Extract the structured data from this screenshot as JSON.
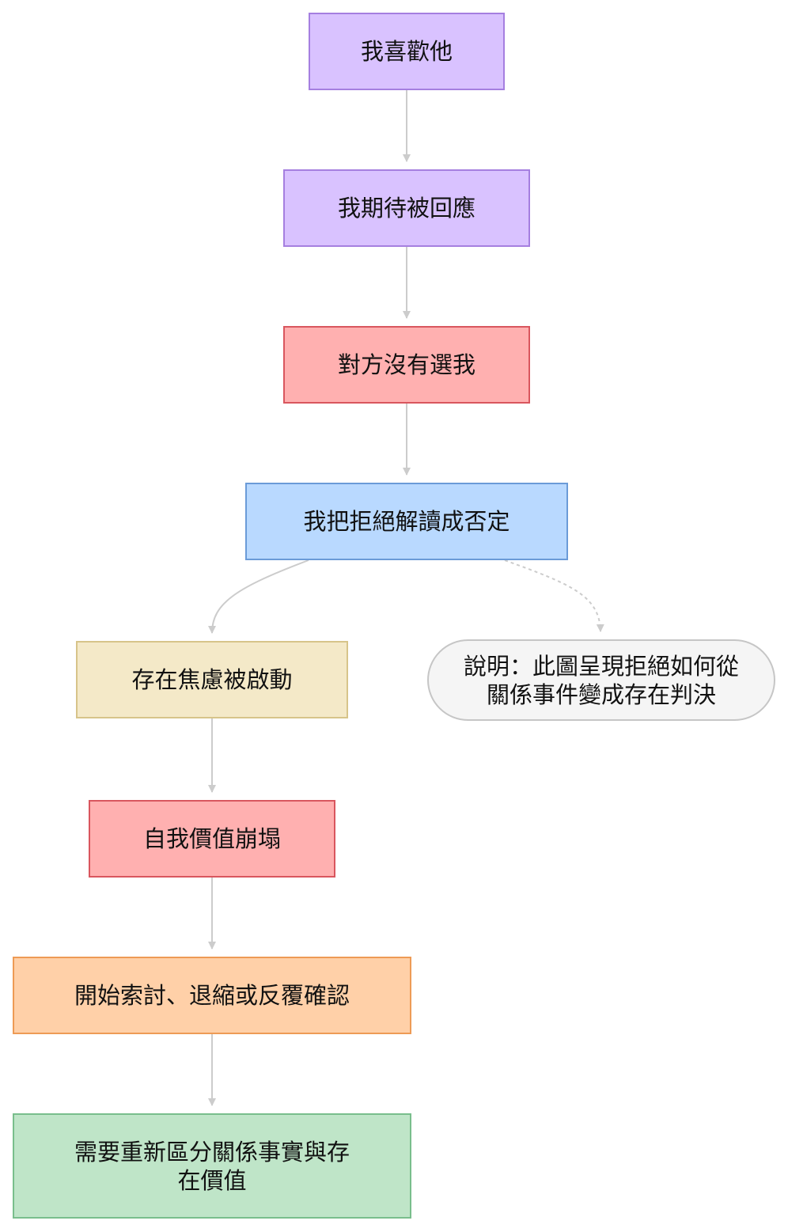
{
  "colors": {
    "purple_fill": "#d9c2ff",
    "purple_border": "#a57fe0",
    "red_fill": "#ffb0b0",
    "red_border": "#d9565e",
    "blue_fill": "#b9d9ff",
    "blue_border": "#6b9bd8",
    "yellow_fill": "#f4e9c8",
    "yellow_border": "#d7c48a",
    "orange_fill": "#ffd0a8",
    "orange_border": "#ee9b55",
    "green_fill": "#bfe5c8",
    "green_border": "#79be8c",
    "note_fill": "#f5f5f5",
    "note_border": "#c6c6c6",
    "edge": "#cccccc"
  },
  "nodes": [
    {
      "id": "n1",
      "name": "node-i-like-him",
      "label": "我喜歡他",
      "style": "purple"
    },
    {
      "id": "n2",
      "name": "node-expect-response",
      "label": "我期待被回應",
      "style": "purple"
    },
    {
      "id": "n3",
      "name": "node-not-chosen",
      "label": "對方沒有選我",
      "style": "red"
    },
    {
      "id": "n4",
      "name": "node-rejection-as-negation",
      "label": "我把拒絕解讀成否定",
      "style": "blue"
    },
    {
      "id": "n5",
      "name": "node-existential-anxiety",
      "label": "存在焦慮被啟動",
      "style": "yellow"
    },
    {
      "id": "n6",
      "name": "node-self-worth-collapse",
      "label": "自我價值崩塌",
      "style": "red"
    },
    {
      "id": "n7",
      "name": "node-seek-or-withdraw",
      "label": "開始索討、退縮或反覆確認",
      "style": "orange"
    },
    {
      "id": "n8",
      "name": "node-redistinguish",
      "label": "需要重新區分關係事實與存\n在價值",
      "style": "green"
    },
    {
      "id": "note",
      "name": "note-explanation",
      "label": "說明：此圖呈現拒絕如何從\n關係事件變成存在判決",
      "style": "note"
    }
  ]
}
